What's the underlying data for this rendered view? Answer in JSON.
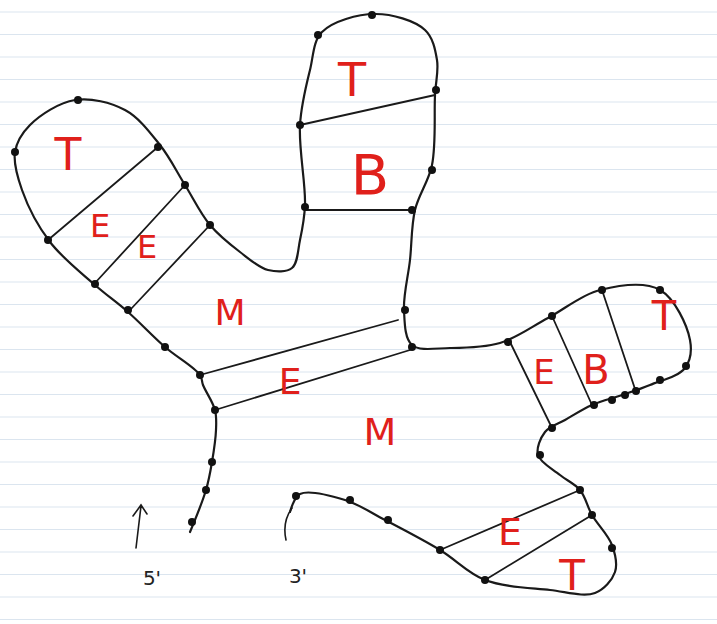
{
  "diagram": {
    "labels": [
      "T",
      "T",
      "B",
      "E",
      "E",
      "M",
      "T",
      "E",
      "B",
      "E",
      "M",
      "E",
      "T",
      "5'",
      "3'"
    ]
  }
}
